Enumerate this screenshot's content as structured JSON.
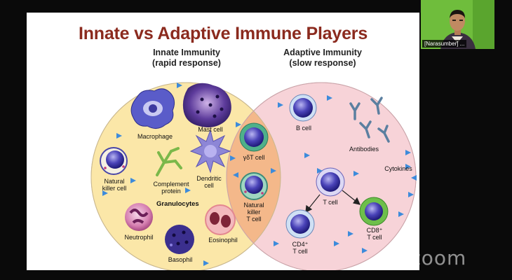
{
  "slide": {
    "title": "Innate vs Adaptive Immune Players",
    "innate_heading": [
      "Innate Immunity",
      "(rapid response)"
    ],
    "adaptive_heading": [
      "Adaptive Immunity",
      "(slow response)"
    ],
    "labels": {
      "macrophage": "Macrophage",
      "mast_cell": "Mast cell",
      "nk_cell": [
        "Natural",
        "killer cell"
      ],
      "complement": [
        "Complement",
        "protein"
      ],
      "dendritic": [
        "Dendritic",
        "cell"
      ],
      "granulocytes": "Granulocytes",
      "neutrophil": "Neutrophil",
      "eosinophil": "Eosinophil",
      "basophil": "Basophil",
      "gd_t_cell": "γδT cell",
      "nkt_cell": [
        "Natural",
        "killer",
        "T cell"
      ],
      "b_cell": "B cell",
      "antibodies": "Antibodies",
      "cytokines": "Cytokines",
      "t_cell": "T cell",
      "cd4": [
        "CD4⁺",
        "T cell"
      ],
      "cd8": [
        "CD8⁺",
        "T cell"
      ]
    }
  },
  "video": {
    "participant": "[Narasumber] ..."
  },
  "watermark": "zoom",
  "colors": {
    "title": "#8b2a1e",
    "innate_fill": "#fbe7a8",
    "adaptive_fill": "#f7d3d8",
    "overlap_fill": "#f4b88a",
    "video_bg": "#6fbd3c"
  }
}
